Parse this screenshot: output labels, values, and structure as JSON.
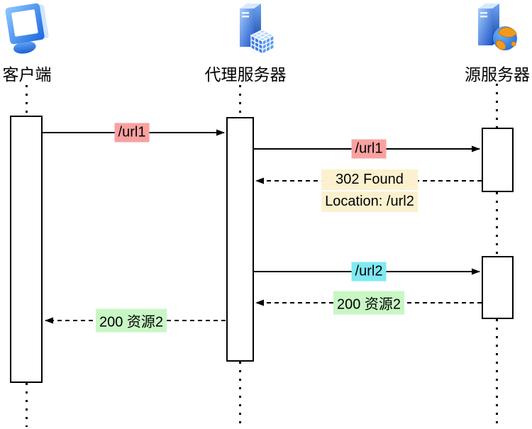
{
  "diagram": {
    "type": "sequence",
    "actors": [
      {
        "id": "client",
        "label": "客户端",
        "icon": "client-monitor-icon"
      },
      {
        "id": "proxy",
        "label": "代理服务器",
        "icon": "proxy-server-cube-icon"
      },
      {
        "id": "origin",
        "label": "源服务器",
        "icon": "origin-server-globe-icon"
      }
    ],
    "messages": [
      {
        "from": "client",
        "to": "proxy",
        "style": "solid",
        "label": "/url1",
        "highlight": "#F9A1A1"
      },
      {
        "from": "proxy",
        "to": "origin",
        "style": "solid",
        "label": "/url1",
        "highlight": "#F9A1A1"
      },
      {
        "from": "origin",
        "to": "proxy",
        "style": "dashed",
        "lines": [
          "302 Found",
          "Location: /url2"
        ],
        "highlight": "#FBF1CF"
      },
      {
        "from": "proxy",
        "to": "origin",
        "style": "solid",
        "label": "/url2",
        "highlight": "#7FE9F2"
      },
      {
        "from": "origin",
        "to": "proxy",
        "style": "dashed",
        "label": "200 资源2",
        "highlight": "#C9F6C5"
      },
      {
        "from": "proxy",
        "to": "client",
        "style": "dashed",
        "label": "200 资源2",
        "highlight": "#C9F6C5"
      }
    ],
    "colors": {
      "line": "#000000",
      "background": "#FFFFFF",
      "icon_blue": "#3D85F2",
      "request_highlight": "#F9A1A1",
      "redirect_highlight": "#FBF1CF",
      "url2_highlight": "#7FE9F2",
      "response_highlight": "#C9F6C5"
    }
  }
}
